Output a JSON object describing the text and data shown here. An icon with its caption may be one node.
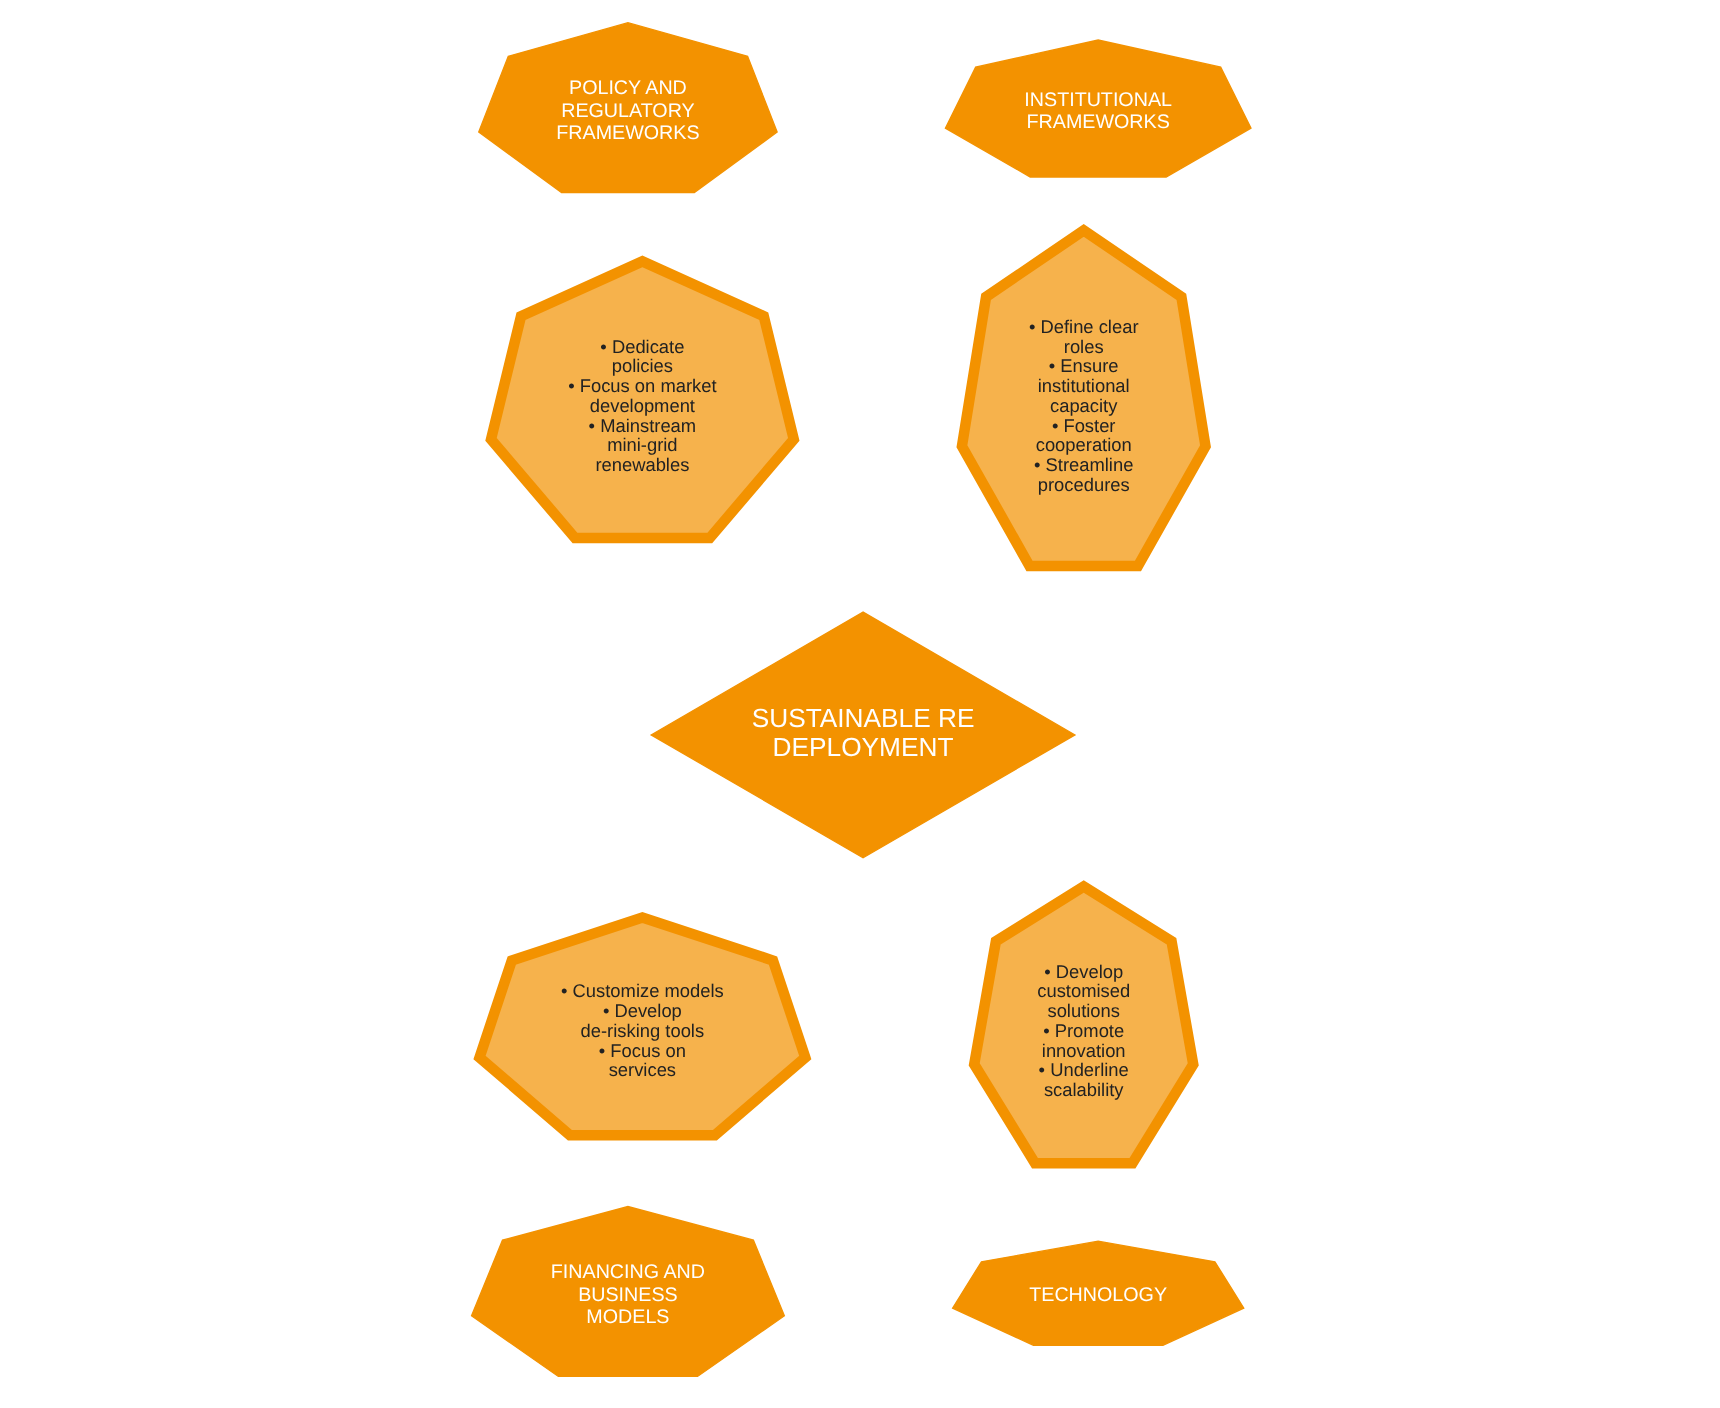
{
  "diagram": {
    "nodes": [
      {
        "text": [
          "SUSTAINABLE RE DEPLOYMENT"
        ]
      },
      {
        "text": [
          "POLICY AND REGULATORY FRAMEWORKS"
        ]
      },
      {
        "text": [
          "• Dedicate policies",
          "• Focus on market development",
          "• Mainstream mini-grid renewables"
        ]
      },
      {
        "text": [
          "INSTITUTIONAL FRAMEWORKS"
        ]
      },
      {
        "text": [
          "• Define clear roles",
          "• Ensure institutional capacity",
          "• Foster cooperation",
          "• Streamline procedures"
        ]
      },
      {
        "text": [
          "• Customize models",
          "• Develop de-risking tools",
          "• Focus on services"
        ]
      },
      {
        "text": [
          "• Develop customised solutions",
          "• Promote innovation",
          "• Underline scalability"
        ]
      },
      {
        "text": [
          "FINANCING AND BUSINESS MODELS"
        ]
      },
      {
        "text": [
          "TECHNOLOGY"
        ]
      }
    ]
  }
}
